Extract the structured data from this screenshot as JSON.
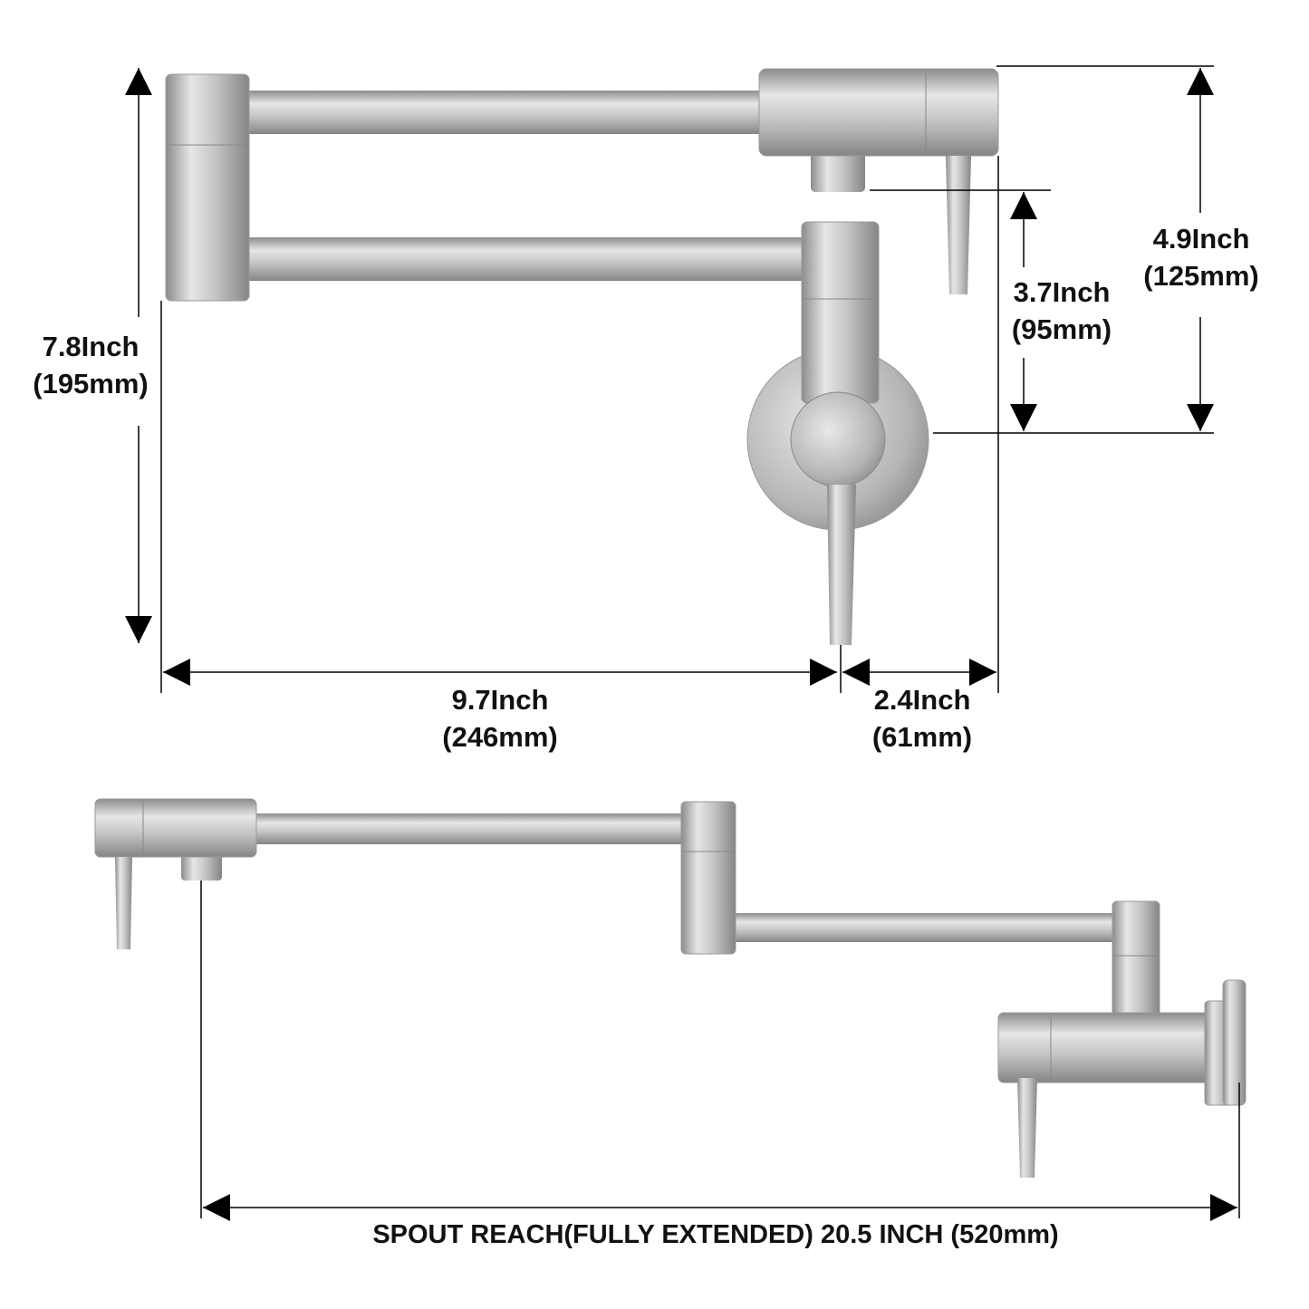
{
  "title": "Pot filler faucet dimensions",
  "dimensions": {
    "height": {
      "inch": "7.8Inch",
      "mm": "(195mm)"
    },
    "width": {
      "inch": "9.7Inch",
      "mm": "(246mm)"
    },
    "offset": {
      "inch": "2.4Inch",
      "mm": "(61mm)"
    },
    "outlet_height": {
      "inch": "3.7Inch",
      "mm": "(95mm)"
    },
    "total_depth": {
      "inch": "4.9Inch",
      "mm": "(125mm)"
    },
    "spout_reach": "SPOUT REACH(FULLY EXTENDED) 20.5 INCH (520mm)"
  },
  "colors": {
    "metal_light": "#e4e4e4",
    "metal_mid": "#b9b9b9",
    "metal_dark": "#8c8c8c",
    "line": "#000000"
  }
}
